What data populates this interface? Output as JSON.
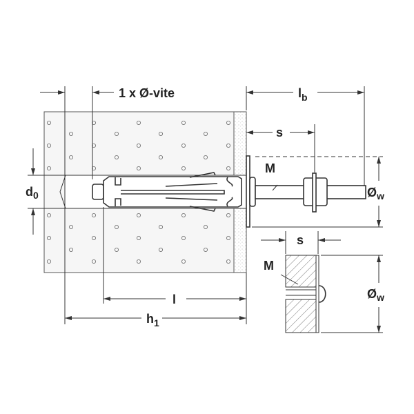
{
  "labels": {
    "screw_offset": "1 x Ø-vite",
    "lb": "l",
    "lb_sub": "b",
    "s_top": "s",
    "m_top": "M",
    "ow_top": "Ø",
    "ow_top_sub": "w",
    "d0": "d",
    "d0_sub": "0",
    "l": "l",
    "h1": "h",
    "h1_sub": "1",
    "s_detail": "s",
    "m_detail": "M",
    "ow_detail": "Ø",
    "ow_detail_sub": "w"
  },
  "colors": {
    "line": "#333333",
    "base": "#f4f4f4",
    "plaster": "#e6e6e6"
  }
}
